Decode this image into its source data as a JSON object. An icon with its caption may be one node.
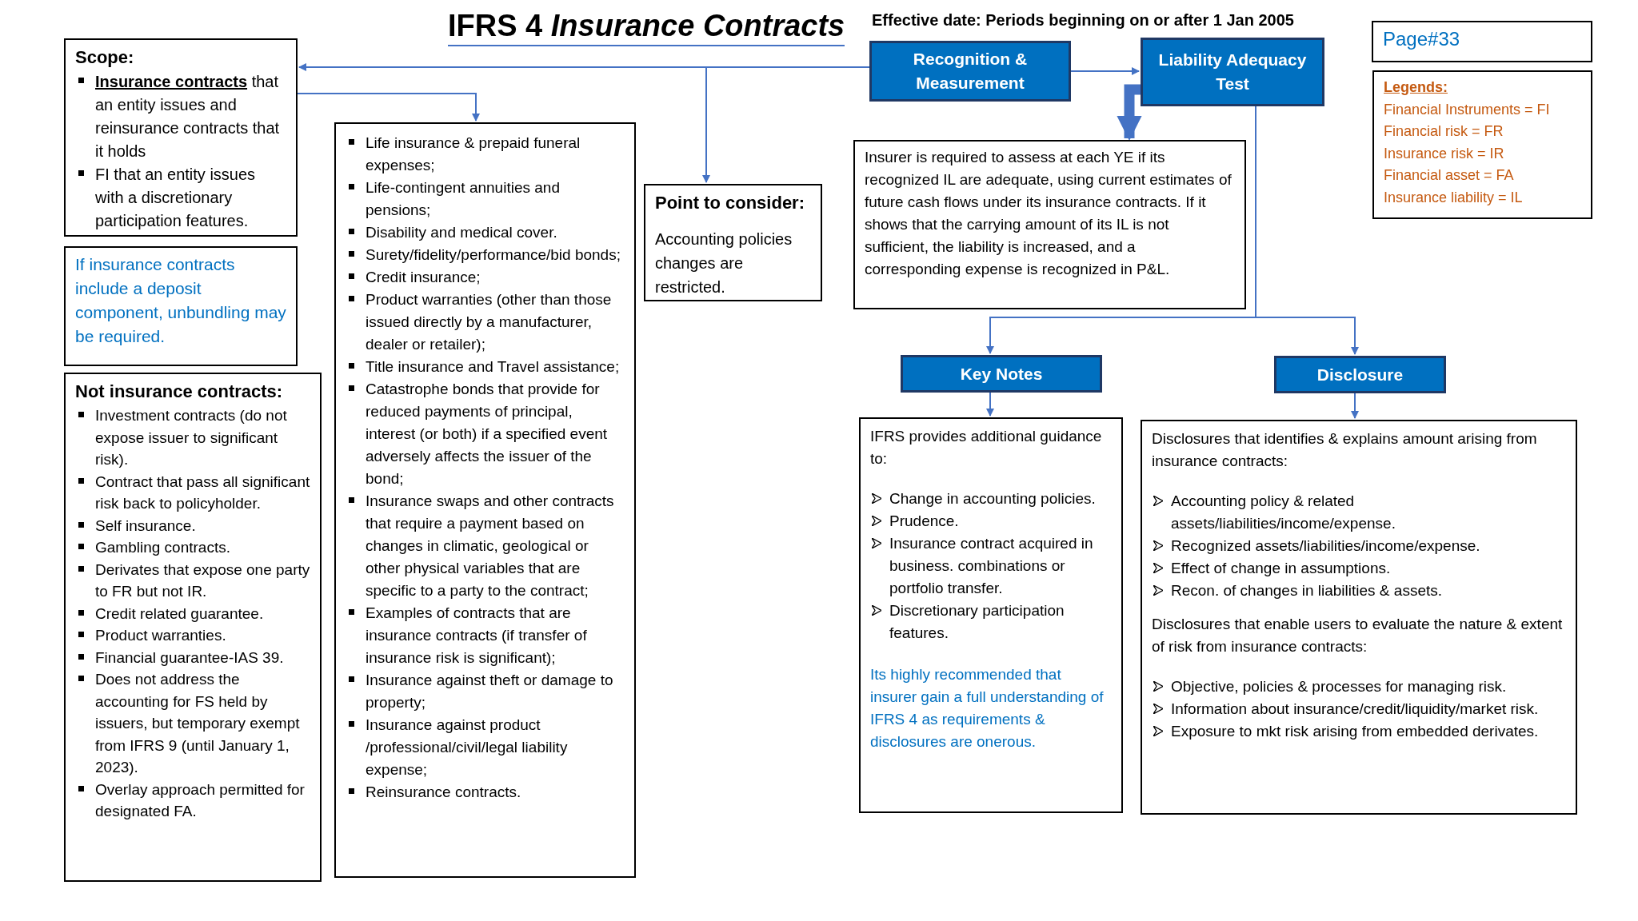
{
  "diagram": {
    "title": "IFRS 4 *Insurance Contracts*",
    "nodes": [
      {
        "text": [
          "Scope:",
          "**Insurance contracts** that an entity issues and reinsurance contracts that it holds",
          "FI that an entity issues with a discretionary participation features."
        ]
      },
      {
        "text": [
          "If insurance contracts include a deposit component, unbundling may be required."
        ]
      },
      {
        "text": [
          "Not insurance contracts:",
          "Investment contracts (do not expose issuer to significant risk).",
          "Contract that pass all significant risk back to policyholder.",
          "Self insurance.",
          "Gambling contracts.",
          "Derivates that expose one party to FR but not IR.",
          "Credit related guarantee.",
          "Product warranties.",
          "Financial guarantee-IAS 39.",
          "Does not address the accounting for FS held by issuers, but temporary exempt from IFRS 9 (until January 1, 2023).",
          "Overlay approach permitted for designated FA."
        ]
      },
      {
        "text": [
          "Life insurance & prepaid funeral expenses;",
          "Life-contingent annuities and pensions;",
          "Disability and medical cover.",
          "Surety/fidelity/performance/bid bonds;",
          "Credit insurance;",
          "Product warranties (other than those issued directly by a manufacturer, dealer or retailer);",
          "Title insurance and Travel assistance;",
          "Catastrophe bonds that provide for reduced payments of principal, interest (or both) if a specified event adversely affects the issuer of the bond;",
          "Insurance swaps and other contracts that require a payment based on changes in climatic, geological or other physical variables that are specific to a party to the contract;",
          "Examples of contracts that are insurance contracts (if transfer of insurance risk is significant);",
          "Insurance against theft or damage to property;",
          "Insurance against product /professional/civil/legal liability expense;",
          "Reinsurance contracts."
        ]
      },
      {
        "text": [
          "Point to consider:",
          "Accounting policies changes are restricted."
        ]
      },
      {
        "text": [
          "Recognition & Measurement"
        ]
      },
      {
        "text": [
          "Liability Adequacy Test"
        ]
      },
      {
        "text": [
          "Insurer is required to assess at each YE if its recognized IL are adequate, using current estimates of future cash flows under its insurance contracts. If it shows that the carrying amount of its IL is not sufficient, the liability is increased, and a corresponding expense is recognized in P&L."
        ]
      },
      {
        "text": [
          "Page#33"
        ]
      },
      {
        "text": [
          "Legends:",
          "Financial Instruments = FI",
          "Financial risk = FR",
          "Insurance risk = IR",
          "Financial asset = FA",
          "Insurance liability = IL"
        ]
      },
      {
        "text": [
          "Key Notes"
        ]
      },
      {
        "text": [
          "Disclosure"
        ]
      },
      {
        "text": [
          "IFRS provides additional guidance to:",
          "Change in accounting policies.",
          "Prudence.",
          "Insurance contract acquired in business. combinations or portfolio transfer.",
          "Discretionary participation features.",
          "Its highly recommended that insurer gain a full understanding of IFRS 4 as requirements & disclosures are onerous."
        ]
      },
      {
        "text": [
          "Disclosures that identifies & explains amount arising from insurance contracts:",
          "Accounting policy & related assets/liabilities/income/expense.",
          "Recognized assets/liabilities/income/expense.",
          "Effect of change in assumptions.",
          "Recon. of changes in liabilities & assets.",
          "Disclosures that enable users to evaluate the nature & extent of risk from insurance contracts:",
          "Objective, policies & processes for managing risk.",
          "Information about insurance/credit/liquidity/market risk.",
          "Exposure to mkt risk arising from embedded derivates."
        ]
      }
    ],
    "edges": [
      {
        "from": 5,
        "to": 0,
        "arrow": "to"
      },
      {
        "from": 5,
        "to": 4,
        "arrow": "to"
      },
      {
        "from": 0,
        "to": 3,
        "arrow": "to"
      },
      {
        "from": 5,
        "to": 6,
        "arrow": "to"
      },
      {
        "from": 6,
        "to": 7,
        "arrow": "to",
        "style": "thick"
      },
      {
        "from": 6,
        "to": 10,
        "arrow": "to"
      },
      {
        "from": 6,
        "to": 11,
        "arrow": "to"
      },
      {
        "from": 10,
        "to": 12,
        "arrow": "to"
      },
      {
        "from": 11,
        "to": 13,
        "arrow": "to"
      }
    ],
    "labels": [
      "Effective date: Periods beginning on or after 1 Jan 2005"
    ]
  }
}
